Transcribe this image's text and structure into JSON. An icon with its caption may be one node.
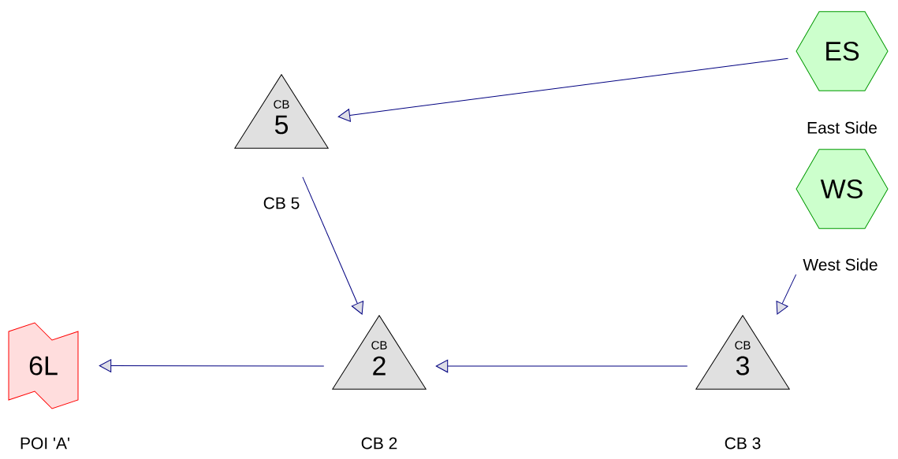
{
  "diagram": {
    "nodes": [
      {
        "text": [
          "ES"
        ]
      },
      {
        "text": [
          "CB",
          "5"
        ],
        "beside": [
          "CB 5"
        ]
      },
      {
        "text": [
          "WS"
        ],
        "beside": [
          "West Side"
        ]
      },
      {
        "text": [
          "6L"
        ],
        "beside": [
          "POI 'A'"
        ]
      },
      {
        "text": [
          "CB",
          "2"
        ],
        "beside": [
          "CB 2"
        ]
      },
      {
        "text": [
          "CB",
          "3"
        ],
        "beside": [
          "CB 3"
        ]
      }
    ],
    "edges": [
      {
        "from": 0,
        "to": 1,
        "arrow": "to"
      },
      {
        "from": 1,
        "to": 4,
        "arrow": "to"
      },
      {
        "from": 2,
        "to": 5,
        "arrow": "to"
      },
      {
        "from": 5,
        "to": 4,
        "arrow": "to"
      },
      {
        "from": 4,
        "to": 3,
        "arrow": "to"
      }
    ],
    "labels": [
      "East Side"
    ]
  }
}
